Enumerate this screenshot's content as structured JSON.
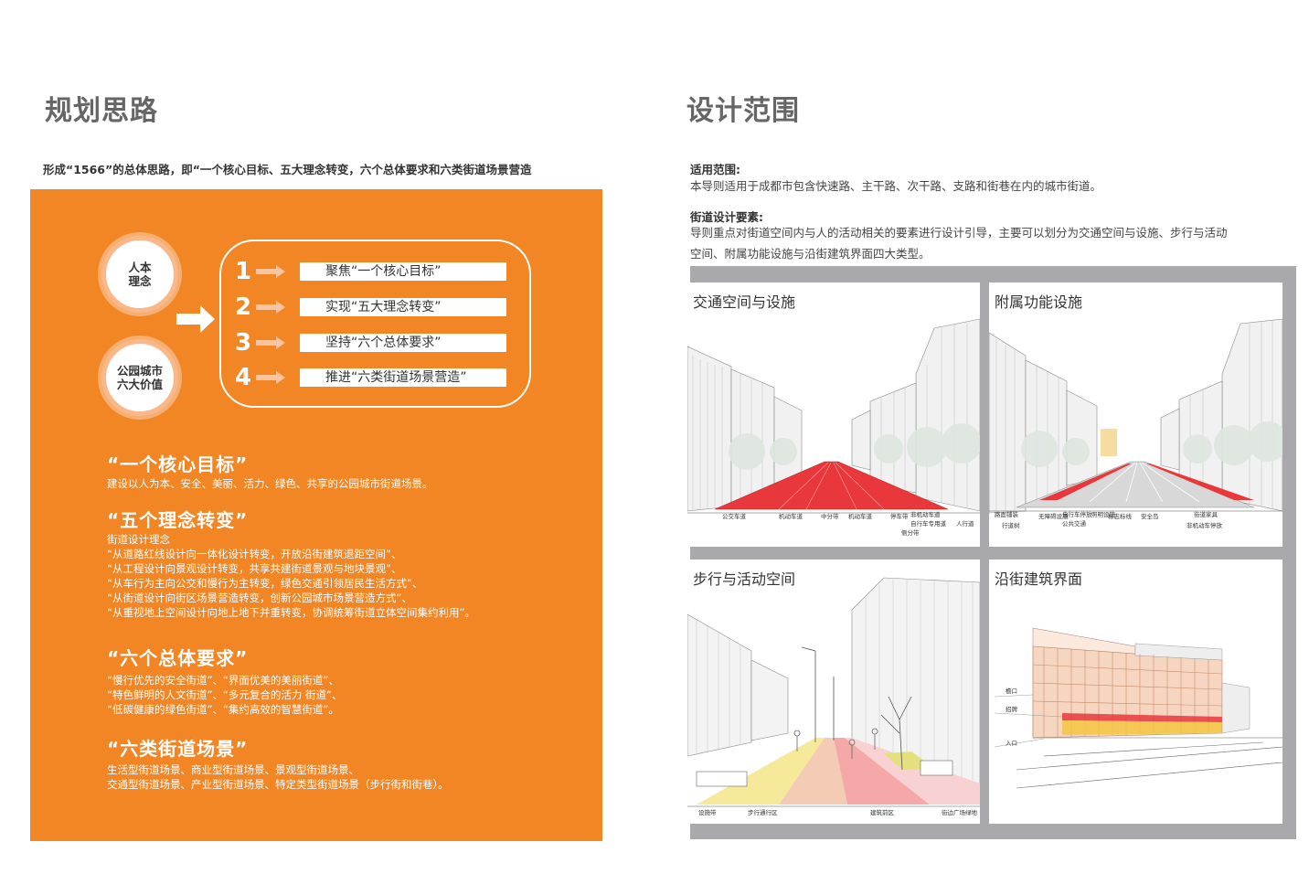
{
  "left": {
    "title": "规划思路",
    "subtitle": "形成“1566”的总体思路，即“一个核心目标、五大理念转变，六个总体要求和六类街道场景营造",
    "circles": [
      "人本\n理念",
      "公园城市\n六大价值"
    ],
    "items": [
      {
        "num": "1",
        "label": "聚焦“一个核心目标”"
      },
      {
        "num": "2",
        "label": "实现“五大理念转变”"
      },
      {
        "num": "3",
        "label": "坚持“六个总体要求”"
      },
      {
        "num": "4",
        "label": "推进“六类街道场景营造”"
      }
    ],
    "sections": [
      {
        "heading": "“一个核心目标”",
        "lines": [
          "建设以人为本、安全、美丽、活力、绿色、共享的公园城市街道场景。"
        ]
      },
      {
        "heading": "“五个理念转变”",
        "lines": [
          "街道设计理念",
          "“从道路红线设计向一体化设计转变，开放沿街建筑退距空间”、",
          "“从工程设计向景观设计转变，共享共建街道景观与地块景观”、",
          "“从车行为主向公交和慢行为主转变，绿色交通引领居民生活方式”、",
          "“从街道设计向街区场景营造转变，创新公园城市场景营造方式”、",
          "“从重视地上空间设计向地上地下并重转变，协调统筹街道立体空间集约利用”。"
        ]
      },
      {
        "heading": "“六个总体要求”",
        "lines": [
          "“慢行优先的安全街道”、“界面优美的美丽街道”、",
          "“特色鲜明的人文街道”、“多元复合的活力 街道”、",
          "“低碳健康的绿色街道”、“集约高效的智慧街道”。"
        ]
      },
      {
        "heading": "“六类街道场景”",
        "lines": [
          "生活型街道场景、商业型街道场景、景观型街道场景、",
          "交通型街道场景、产业型街道场景、特定类型街道场景（步行街和街巷）。"
        ]
      }
    ]
  },
  "right": {
    "title": "设计范围",
    "scope_label": "适用范围:",
    "scope_text": "本导则适用于成都市包含快速路、主干路、次干路、支路和街巷在内的城市街道。",
    "elements_label": "街道设计要素:",
    "elements_text": [
      "导则重点对街道空间内与人的活动相关的要素进行设计引导，主要可以划分为交通空间与设施、步行与活动",
      "空间、附属功能设施与沿街建筑界面四大类型。"
    ],
    "panels": [
      {
        "title": "交通空间与设施",
        "labels": [
          "公交车道",
          "机动车道",
          "中分带",
          "机动车道",
          "停车带",
          "非机动车道",
          "自行车专用道",
          "侧分带",
          "人行道"
        ]
      },
      {
        "title": "附属功能设施",
        "labels": [
          "路面铺装",
          "行道树",
          "无障碍设施",
          "自行车停放",
          "公共交通",
          "照明设施",
          "标志标线",
          "安全岛",
          "街道家具",
          "非机动车停放"
        ]
      },
      {
        "title": "步行与活动空间",
        "labels": [
          "设施带",
          "步行通行区",
          "建筑前区",
          "街边广场绿地"
        ]
      },
      {
        "title": "沿街建筑界面",
        "labels": [
          "檐口",
          "招牌",
          "入口"
        ]
      }
    ]
  },
  "colors": {
    "orange": "#f28524",
    "grey": "#a9a9ab",
    "red_road": "#e8383b",
    "pink_walk": "#f4a9a8",
    "yellow_strip": "#f3e27a"
  }
}
